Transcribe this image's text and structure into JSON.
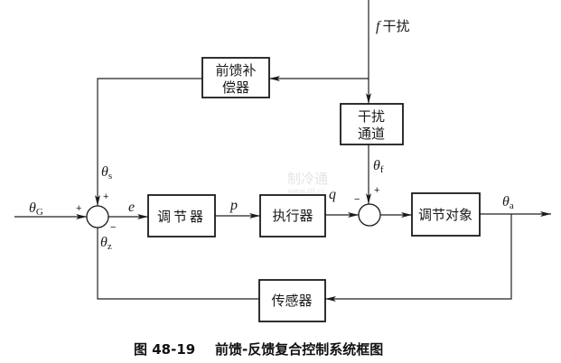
{
  "diagram": {
    "blocks": {
      "feedforward_compensator": [
        "前馈补",
        "偿器"
      ],
      "disturbance_channel": [
        "干扰",
        "通道"
      ],
      "controller": "调节器",
      "actuator": "执行器",
      "controlled_object": "调节对象",
      "sensor": "传感器"
    },
    "signals": {
      "disturbance": {
        "symbol": "f",
        "label": "干扰"
      },
      "setpoint": {
        "symbol": "θ",
        "sub": "G"
      },
      "feedforward": {
        "symbol": "θ",
        "sub": "s"
      },
      "feedback": {
        "symbol": "θ",
        "sub": "z"
      },
      "disturbance_effect": {
        "symbol": "θ",
        "sub": "f"
      },
      "output": {
        "symbol": "θ",
        "sub": "a"
      },
      "error": "e",
      "controller_out": "p",
      "actuator_out": "q"
    },
    "signs": {
      "sum1_left": "+",
      "sum1_top": "+",
      "sum1_bottom": "−",
      "sum2_left": "−",
      "sum2_top": "+"
    },
    "watermark": {
      "line1": "制冷通",
      "line2": "www.zlt.cc"
    },
    "caption": {
      "number": "图 48-19",
      "title": "前馈-反馈复合控制系统框图"
    }
  }
}
